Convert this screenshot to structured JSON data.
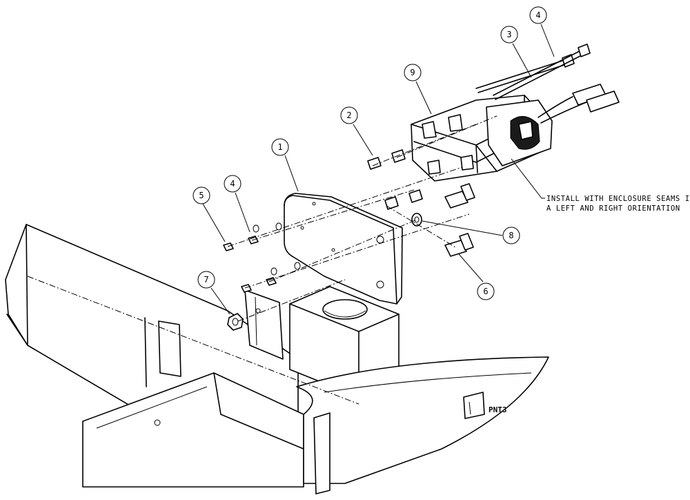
{
  "callouts": [
    "1",
    "2",
    "3",
    "4",
    "4",
    "5",
    "6",
    "7",
    "8",
    "9"
  ],
  "note": {
    "line1": "INSTALL WITH ENCLOSURE SEAMS IN",
    "line2": "A LEFT AND RIGHT ORIENTATION"
  },
  "stamp": "PNT3"
}
